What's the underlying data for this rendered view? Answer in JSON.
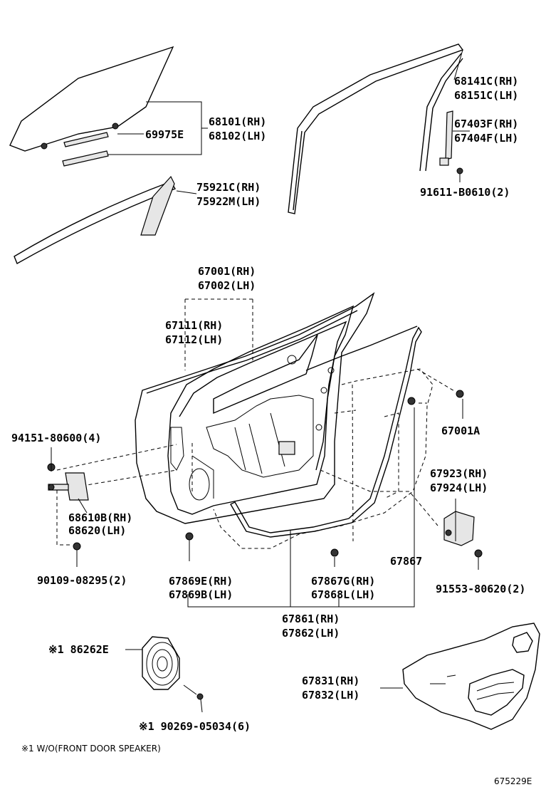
{
  "labels": {
    "l68101": "68101(RH)",
    "l68102": "68102(LH)",
    "l69975": "69975E",
    "l68141": "68141C(RH)",
    "l68151": "68151C(LH)",
    "l67403": "67403F(RH)",
    "l67404": "67404F(LH)",
    "l91611": "91611-B0610(2)",
    "l75921": "75921C(RH)",
    "l75922": "75922M(LH)",
    "l67001": "67001(RH)",
    "l67002": "67002(LH)",
    "l67111": "67111(RH)",
    "l67112": "67112(LH)",
    "l94151": "94151-80600(4)",
    "l67001a": "67001A",
    "l68610": "68610B(RH)",
    "l68620": "68620(LH)",
    "l67923": "67923(RH)",
    "l67924": "67924(LH)",
    "l90109": "90109-08295(2)",
    "l67869e": "67869E(RH)",
    "l67869b": "67869B(LH)",
    "l67867g": "67867G(RH)",
    "l67868l": "67868L(LH)",
    "l67867": "67867",
    "l91553": "91553-80620(2)",
    "l67861": "67861(RH)",
    "l67862": "67862(LH)",
    "l86262": "※1 86262E",
    "l67831": "67831(RH)",
    "l67832": "67832(LH)",
    "l90269": "※1 90269-05034(6)"
  },
  "note": "※1 W/O(FRONT DOOR SPEAKER)",
  "code": "675229E"
}
